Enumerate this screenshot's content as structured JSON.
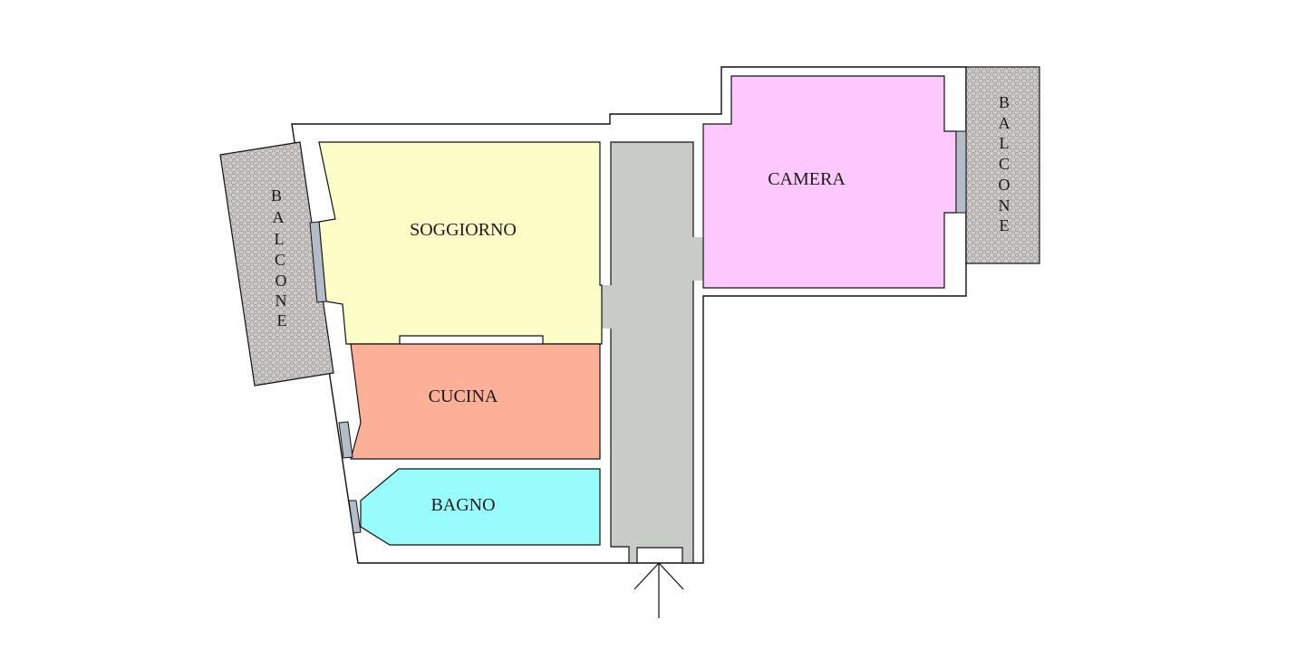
{
  "rooms": {
    "soggiorno": {
      "label": "SOGGIORNO",
      "color": "#fdfdc8"
    },
    "cucina": {
      "label": "CUCINA",
      "color": "#fcb098"
    },
    "bagno": {
      "label": "BAGNO",
      "color": "#98fcfd"
    },
    "camera": {
      "label": "CAMERA",
      "color": "#fdc8fd"
    },
    "corridoio": {
      "color": "#c8ccc7"
    }
  },
  "balconies": {
    "left": {
      "letters": [
        "B",
        "A",
        "L",
        "C",
        "O",
        "N",
        "E"
      ]
    },
    "right": {
      "letters": [
        "B",
        "A",
        "L",
        "C",
        "O",
        "N",
        "E"
      ]
    },
    "color": "#c9c5c2"
  },
  "window_color": "#b4bcc8",
  "entrance": {
    "icon": "entrance-arrow-icon"
  }
}
